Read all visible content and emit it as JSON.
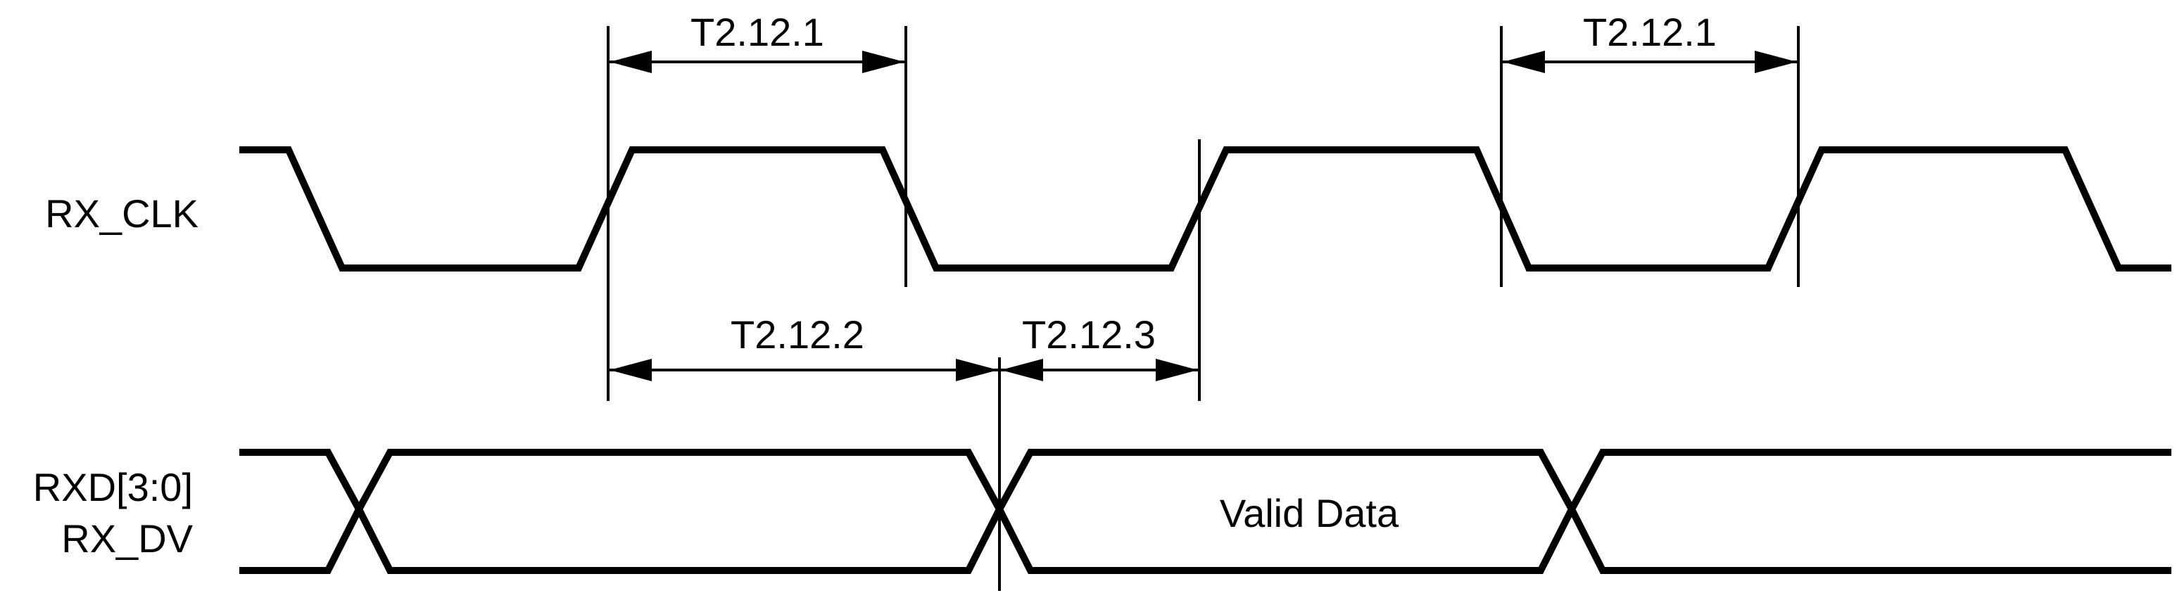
{
  "signals": {
    "clock": "RX_CLK",
    "data_line1": "RXD[3:0]",
    "data_line2": "RX_DV",
    "data_label": "Valid Data"
  },
  "timing": {
    "clock_period_left": "T2.12.1",
    "clock_period_right": "T2.12.1",
    "setup": "T2.12.2",
    "hold": "T2.12.3"
  },
  "colors": {
    "stroke": "#000000",
    "background": "#ffffff"
  }
}
